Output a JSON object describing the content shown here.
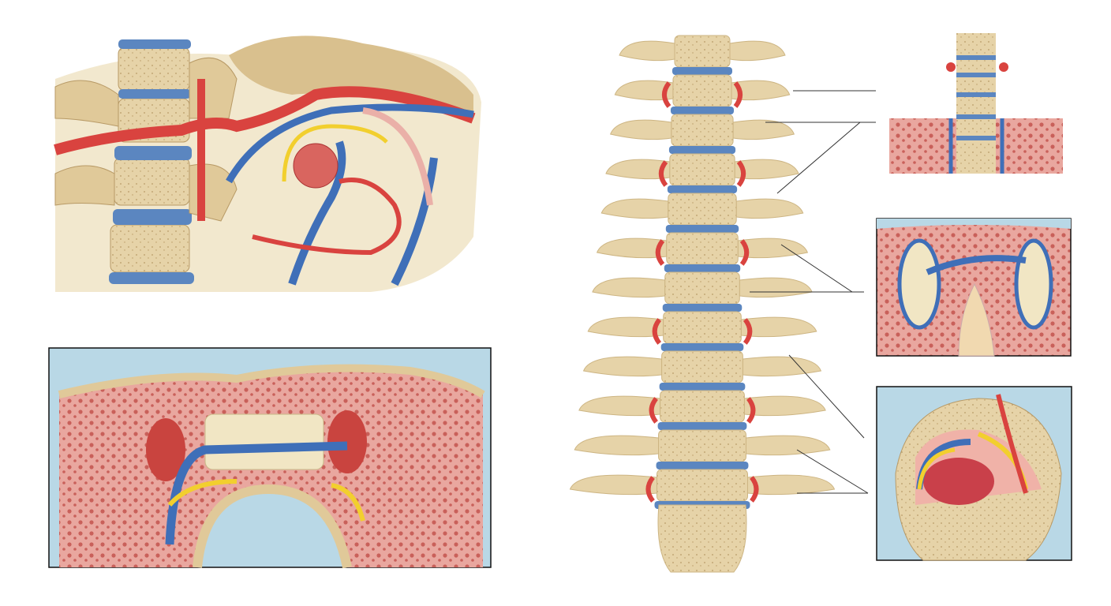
{
  "colors": {
    "background": "#ffffff",
    "bone": "#e6d3a8",
    "bone_shade": "#cdb583",
    "disc": "#5b86c0",
    "artery": "#d9433f",
    "vein": "#3f6fb8",
    "tissue": "#e9a79f",
    "tissue_dot": "#c9605a",
    "panel_bg": "#b9d8e6",
    "arrow": "#f2cf2e",
    "leader": "#333333",
    "cartilage": "#f1e6c4"
  },
  "panels": {
    "top_left": "lateral-spine-vessels",
    "bottom_left": "cross-section-disc",
    "center": "spinal-column",
    "right_top": "cervical-inset",
    "right_middle": "vessel-cross-section",
    "right_bottom": "vertebral-foramen-flow"
  }
}
